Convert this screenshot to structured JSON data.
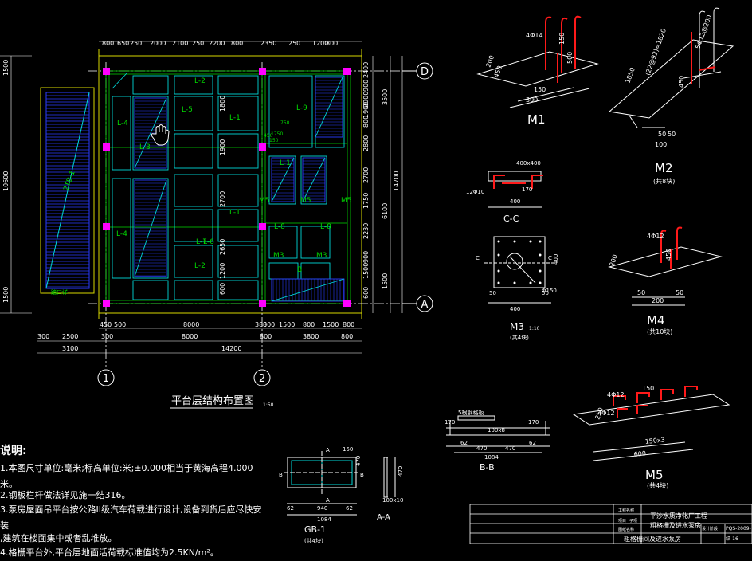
{
  "axes": {
    "d": "D",
    "a": "A",
    "one": "1",
    "two": "2"
  },
  "plan": {
    "title": "平台层结构布置图",
    "scale": "1:50",
    "top_dims": [
      "800",
      "650",
      "250",
      "2000",
      "2100",
      "250",
      "2200",
      "800",
      "2350",
      "250",
      "1200",
      "800"
    ],
    "bottom_dims1": [
      "450",
      "500",
      "8000",
      "380",
      "800",
      "1500",
      "800",
      "1500",
      "800"
    ],
    "bottom_dims2": [
      "300",
      "2500",
      "300",
      "8000",
      "800",
      "3800",
      "800"
    ],
    "bottom_dims3": [
      "3100",
      "14200"
    ],
    "right_dims1": [
      "2400",
      "900",
      "2900",
      "1900",
      "800",
      "2800",
      "2700",
      "1750",
      "2230",
      "900",
      "1500",
      "600"
    ],
    "right_dims2": [
      "3500",
      "6100",
      "1500"
    ],
    "right_total": "14700",
    "left_dims": [
      "1500",
      "10600",
      "1500"
    ],
    "mid_dims": [
      "1800",
      "1900",
      "2700",
      "2650",
      "1200",
      "600"
    ],
    "beams": [
      "L-2",
      "L-5",
      "L-4",
      "L-1",
      "L-3",
      "L-4",
      "L-7",
      "L-6",
      "L-2",
      "L-1",
      "L-9",
      "L-1",
      "L-8",
      "L-8",
      "M5",
      "M5",
      "M5",
      "M3",
      "M3",
      "B"
    ],
    "stair_label": "2TB-1",
    "stair_bottom": "踏口详",
    "hole_labels": [
      "750",
      "1750",
      "450",
      "150"
    ]
  },
  "m1": {
    "label": "M1",
    "dims": [
      "4Φ14",
      "200",
      "450",
      "150",
      "300",
      "500",
      "150"
    ]
  },
  "m2": {
    "label": "M2",
    "sub": "(共8块)",
    "dims": [
      "5Φ12@200",
      "1850",
      "(22@92)=1820",
      "450",
      "50",
      "50",
      "100"
    ]
  },
  "cc": {
    "label": "C-C",
    "dims": [
      "400x400",
      "12Φ10",
      "400",
      "170"
    ]
  },
  "m3": {
    "label": "M3",
    "sub": "(共4块)",
    "scale": "1:10",
    "dims": [
      "C",
      "C",
      "50",
      "50",
      "400",
      "Φ150",
      "400"
    ]
  },
  "m4": {
    "label": "M4",
    "sub": "(共10块)",
    "dims": [
      "4Φ12",
      "200",
      "450",
      "50",
      "200",
      "50"
    ]
  },
  "m5": {
    "label": "M5",
    "sub": "(共4块)",
    "dims": [
      "150",
      "4Φ12",
      "4Φ12",
      "250",
      "150x3",
      "600"
    ]
  },
  "bb": {
    "label": "B-B",
    "dims": [
      "5根钢格板",
      "170",
      "170",
      "100x8",
      "62",
      "470",
      "470",
      "62",
      "1084"
    ]
  },
  "gb": {
    "label": "GB-1",
    "sub": "(共4块)",
    "dims": [
      "A",
      "A",
      "B",
      "B",
      "150",
      "470",
      "940",
      "62",
      "62",
      "1084"
    ]
  },
  "aa": {
    "label": "A-A",
    "dims": [
      "100x10",
      "470"
    ]
  },
  "notes": {
    "heading": "说明:",
    "lines": [
      "1.本图尺寸单位:毫米;标高单位:米;±0.000相当于黄海高程4.000米。",
      "2.钢板栏杆做法详见施一结316。",
      "3.泵房屋面吊平台按公路II级汽车荷载进行设计,设备到货后应尽快安装",
      "  ,建筑在楼面集中或者乱堆放。",
      "4.格栅平台外,平台层地面活荷载标准值均为2.5KN/m²。"
    ]
  },
  "title_block": {
    "project": "平沙水质净化厂工程",
    "drawing": "粗格栅及进水泵房",
    "drawing2": "粗格栅间及进水泵房",
    "code": "PQS-2009-",
    "sheet": "结-16",
    "labels": [
      "工程名称",
      "项目",
      "子项",
      "图纸名称",
      "设计阶段"
    ]
  }
}
